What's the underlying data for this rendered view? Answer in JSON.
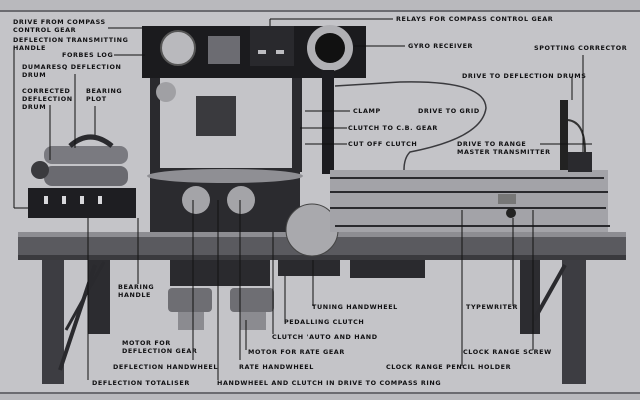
{
  "figure": {
    "title": "Fire control table (labelled photograph)",
    "colors": {
      "background": "#c4c4c8",
      "machine_dark": "#1c1c1e",
      "machine_mid": "#55555a",
      "machine_light": "#9a9aa0",
      "label_text": "#101012"
    },
    "labels": {
      "drive_from_compass": [
        "DRIVE FROM COMPASS",
        "CONTROL GEAR"
      ],
      "deflection_transmitting_handle": [
        "DEFLECTION TRANSMITTING",
        "HANDLE"
      ],
      "forbes_log": "FORBES LOG",
      "dumaresq_drum": [
        "DUMARESQ DEFLECTION",
        "DRUM"
      ],
      "corrected_deflection_drum": [
        "CORRECTED",
        "DEFLECTION",
        "DRUM"
      ],
      "bearing_plot": [
        "BEARING",
        "PLOT"
      ],
      "relays": "RELAYS FOR COMPASS CONTROL GEAR",
      "gyro_receiver": "GYRO RECEIVER",
      "spotting_corrector": "SPOTTING CORRECTOR",
      "drive_to_deflection_drums": "DRIVE TO DEFLECTION DRUMS",
      "clamp": "CLAMP",
      "drive_to_grid": "DRIVE TO GRID",
      "clutch_to_cb_gear": "CLUTCH TO C.B. GEAR",
      "cut_off_clutch": "CUT OFF CLUTCH",
      "drive_to_range_master": [
        "DRIVE TO RANGE",
        "MASTER TRANSMITTER"
      ],
      "bearing_handle": [
        "BEARING",
        "HANDLE"
      ],
      "motor_for_deflection_gear": [
        "MOTOR FOR",
        "DEFLECTION GEAR"
      ],
      "deflection_handwheel": "DEFLECTION HANDWHEEL",
      "deflection_totaliser": "DEFLECTION TOTALISER",
      "tuning_handwheel": "TUNING HANDWHEEL",
      "pedalling_clutch": "PEDALLING CLUTCH",
      "clutch_auto_hand": "CLUTCH 'AUTO AND HAND",
      "motor_for_rate_gear": "MOTOR FOR RATE GEAR",
      "rate_handwheel": "RATE HANDWHEEL",
      "handwheel_clutch_compass": "HANDWHEEL AND CLUTCH IN DRIVE TO COMPASS RING",
      "typewriter": "TYPEWRITER",
      "clock_range_screw": "CLOCK RANGE SCREW",
      "clock_range_pencil_holder": "CLOCK RANGE PENCIL HOLDER"
    }
  }
}
